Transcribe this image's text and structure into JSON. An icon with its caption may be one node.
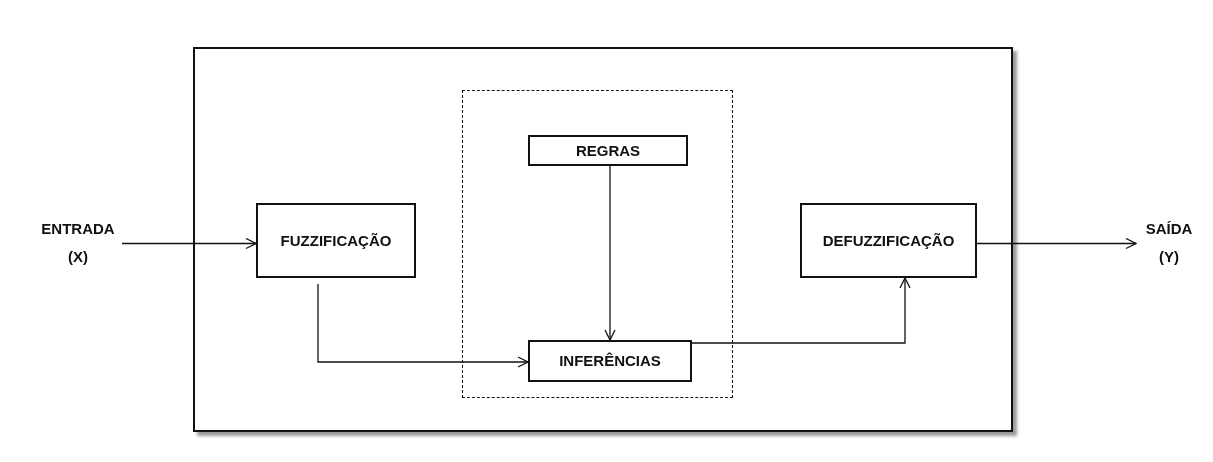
{
  "diagram": {
    "nodes": [
      {
        "text": [
          "ENTRADA (X)"
        ]
      },
      {
        "text": [],
        "shape": "box"
      },
      {
        "text": [
          "FUZZIFICAÇÃO"
        ],
        "in": 1
      },
      {
        "text": [],
        "shape": "box",
        "in": 1
      },
      {
        "text": [
          "REGRAS"
        ],
        "in": 3
      },
      {
        "text": [
          "INFERÊNCIAS"
        ],
        "in": 3
      },
      {
        "text": [
          "DEFUZZIFICAÇÃO"
        ],
        "in": 1
      },
      {
        "text": [
          "SAÍDA (Y)"
        ]
      }
    ],
    "edges": [
      {
        "from": 0,
        "to": 2,
        "arrow": "to"
      },
      {
        "from": 4,
        "to": 5,
        "arrow": "to"
      },
      {
        "from": 2,
        "to": 5,
        "arrow": "to"
      },
      {
        "from": 5,
        "to": 6,
        "arrow": "to"
      },
      {
        "from": 6,
        "to": 7,
        "arrow": "to"
      }
    ]
  }
}
